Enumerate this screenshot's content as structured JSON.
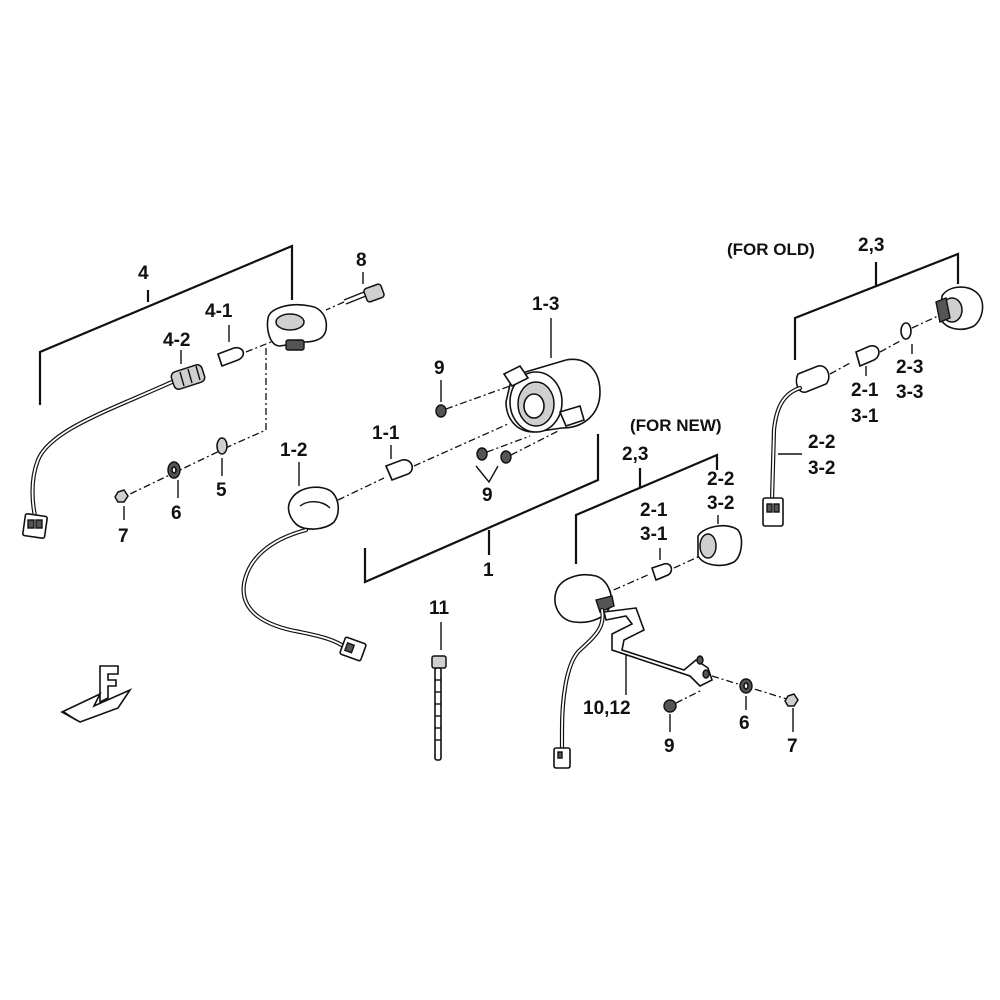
{
  "labels": {
    "l4": "4",
    "l8": "8",
    "l4_1": "4-1",
    "l4_2": "4-2",
    "l1_3": "1-3",
    "l9_top": "9",
    "l1_1": "1-1",
    "l1_2": "1-2",
    "l5": "5",
    "l7_left": "7",
    "l6_left": "6",
    "l9_mid": "9",
    "l1": "1",
    "l11": "11",
    "l23_old": "2,3",
    "l2_3": "2-3",
    "l3_3": "3-3",
    "l2_1_old": "2-1",
    "l3_1_old": "3-1",
    "l2_2_old": "2-2",
    "l3_2_old": "3-2",
    "l23_new": "2,3",
    "l2_2_new": "2-2",
    "l3_2_new": "3-2",
    "l2_1_new": "2-1",
    "l3_1_new": "3-1",
    "l10_12": "10,12",
    "l9_bottom": "9",
    "l6_right": "6",
    "l7_right": "7"
  },
  "notes": {
    "for_old": "(FOR OLD)",
    "for_new": "(FOR NEW)"
  },
  "icons": {
    "front_arrow": "front-direction-arrow-icon"
  }
}
